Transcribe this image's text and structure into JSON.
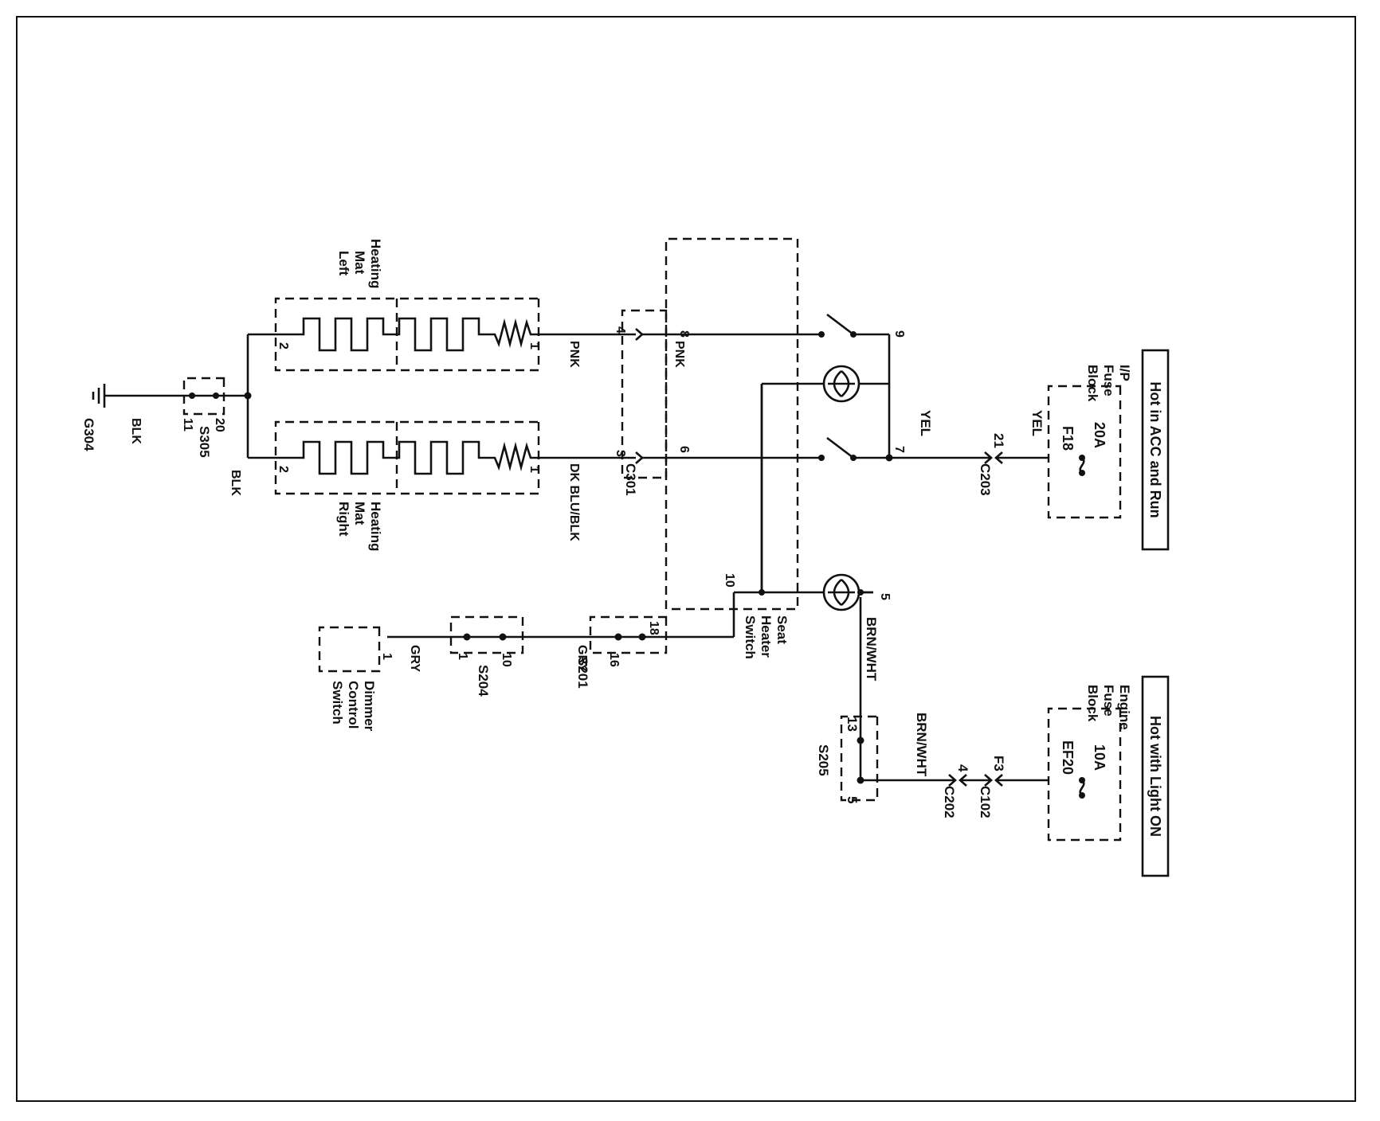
{
  "diagram": {
    "power_labels": {
      "hot_acc_run": "Hot in ACC and Run",
      "hot_light_on": "Hot with Light ON"
    },
    "fuses": {
      "f18_rating": "20A",
      "f18_name": "F18",
      "ef20_rating": "10A",
      "ef20_name": "EF20"
    },
    "fuse_blocks": {
      "ip_line1": "I/P",
      "ip_line2": "Fuse",
      "ip_line3": "Block",
      "engine_line1": "Engine",
      "engine_line2": "Fuse",
      "engine_line3": "Block"
    },
    "connectors": {
      "c203": "C203",
      "c203_pin": "21",
      "c102": "C102",
      "c102_pin": "F3",
      "c202": "C202",
      "c202_pin": "4",
      "c301": "C301",
      "c301_pin_pnk": "4",
      "c301_pin_dkblu": "3"
    },
    "wire_colors": {
      "yel": "YEL",
      "pnk": "PNK",
      "dk_blu_blk": "DK BLU/BLK",
      "brn_wht": "BRN/WHT",
      "gry": "GRY",
      "blk": "BLK"
    },
    "seat_heater_switch": {
      "line1": "Seat",
      "line2": "Heater",
      "line3": "Switch",
      "pins": {
        "p5": "5",
        "p6": "6",
        "p7": "7",
        "p8": "8",
        "p9": "9",
        "p10": "10"
      }
    },
    "heating_mat_left": {
      "line1": "Heating",
      "line2": "Mat",
      "line3": "Left",
      "pin1": "1",
      "pin2": "2"
    },
    "heating_mat_right": {
      "line1": "Heating",
      "line2": "Mat",
      "line3": "Right",
      "pin1": "1",
      "pin2": "2"
    },
    "splices": {
      "s305": "S305",
      "s305_pin_a": "11",
      "s305_pin_b": "20",
      "s201": "S201",
      "s201_pin_a": "18",
      "s201_pin_b": "16",
      "s204": "S204",
      "s204_pin_a": "1",
      "s204_pin_b": "10",
      "s205": "S205",
      "s205_pin_a": "13",
      "s205_pin_b": "5"
    },
    "dimmer": {
      "line1": "Dimmer",
      "line2": "Control",
      "line3": "Switch",
      "pin": "1"
    },
    "ground": "G304"
  }
}
